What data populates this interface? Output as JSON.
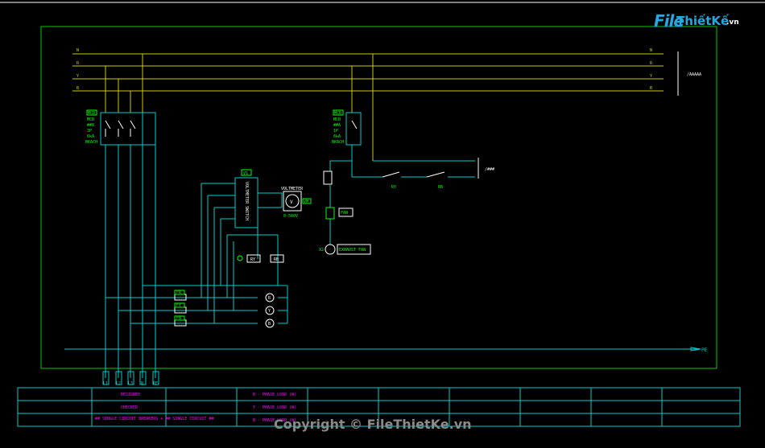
{
  "logo": {
    "mark": "File",
    "name": "ThiếtKế",
    "tld": ".vn"
  },
  "copyright": "Copyright © FileThietKe.vn",
  "colors": {
    "border": "#00cc00",
    "wire": "#00cccc",
    "busY": "#cccc00",
    "green": "#00ff00",
    "magenta": "#ff00ff",
    "white": "#ffffff",
    "table": "#00cccc"
  },
  "busbar": {
    "lines": [
      "N",
      "R",
      "Y",
      "B"
    ],
    "label": "/AAAAA"
  },
  "breaker_left": {
    "tag": "MCB",
    "lines": [
      "MCB",
      "##A",
      "3P",
      "6kA",
      "BKACH"
    ]
  },
  "breaker_right": {
    "tag": "MCB",
    "lines": [
      "MCB",
      "##A",
      "1P",
      "6kA",
      "BKACH"
    ]
  },
  "selector": {
    "tag": "VS",
    "text": "VOLTMETER SWITCH"
  },
  "voltmeter": {
    "label": "VOLTMETER",
    "symbol": "V",
    "range": "0-500V",
    "tag": "VM"
  },
  "indicators": {
    "ry": "RY",
    "rb": "RB"
  },
  "right_circuit": {
    "ry": "RY",
    "rb": "RB",
    "end": "/###"
  },
  "fan": {
    "label": "FAN",
    "exhaust": "EXHAUST FAN",
    "prefix": "X2"
  },
  "fuses": [
    "FR",
    "FY",
    "FB"
  ],
  "lamps": [
    "R",
    "Y",
    "B"
  ],
  "pe_label": "PE",
  "terminals": [
    "L1",
    "L2",
    "L3",
    "N",
    "PE"
  ],
  "table": {
    "rows": [
      [
        "DESIGNED",
        "",
        "R - PHASE LOAD (W)",
        "",
        "",
        "",
        "",
        "",
        ""
      ],
      [
        "CHECKED",
        "",
        "Y - PHASE LOAD (W)",
        "",
        "",
        "",
        "",
        "",
        ""
      ],
      [
        "## SINGLE CIRCUIT BREAKERS\n+ ## SINGLE CIRCUIT ##",
        "",
        "B - PHASE LOAD (W)",
        "",
        "",
        "",
        "",
        "",
        ""
      ]
    ]
  }
}
